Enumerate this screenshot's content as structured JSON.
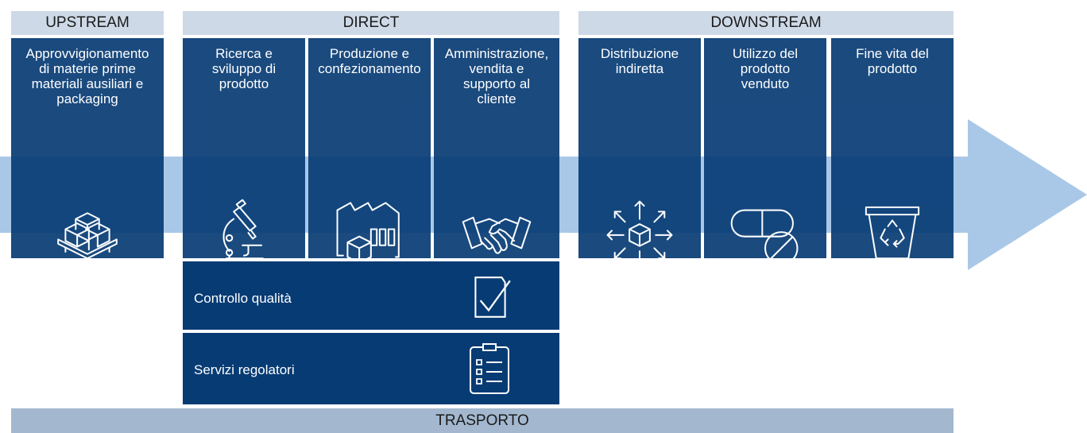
{
  "colors": {
    "panel": "#073b74",
    "header": "#cdd9e6",
    "arrow": "#a9c8e8",
    "transport": "#a3b8cf"
  },
  "headers": {
    "upstream": "UPSTREAM",
    "direct": "DIRECT",
    "downstream": "DOWNSTREAM"
  },
  "panels": [
    {
      "label": "Approvvigionamento\ndi materie prime\nmateriali ausiliari e\npackaging",
      "icon": "pallet-boxes-icon"
    },
    {
      "label": "Ricerca e\nsviluppo di\nprodotto",
      "icon": "microscope-icon"
    },
    {
      "label": "Produzione e\nconfezionamento",
      "icon": "factory-box-icon"
    },
    {
      "label": "Amministrazione,\nvendita e\nsupporto al\ncliente",
      "icon": "handshake-icon"
    },
    {
      "label": "Distribuzione\nindiretta",
      "icon": "distribution-box-icon"
    },
    {
      "label": "Utilizzo del\nprodotto\nvenduto",
      "icon": "pills-icon"
    },
    {
      "label": "Fine vita del\nprodotto",
      "icon": "recycle-bin-icon"
    }
  ],
  "rows": [
    {
      "label": "Controllo qualità",
      "icon": "checked-document-icon"
    },
    {
      "label": "Servizi regolatori",
      "icon": "clipboard-checklist-icon"
    }
  ],
  "transport": "TRASPORTO"
}
